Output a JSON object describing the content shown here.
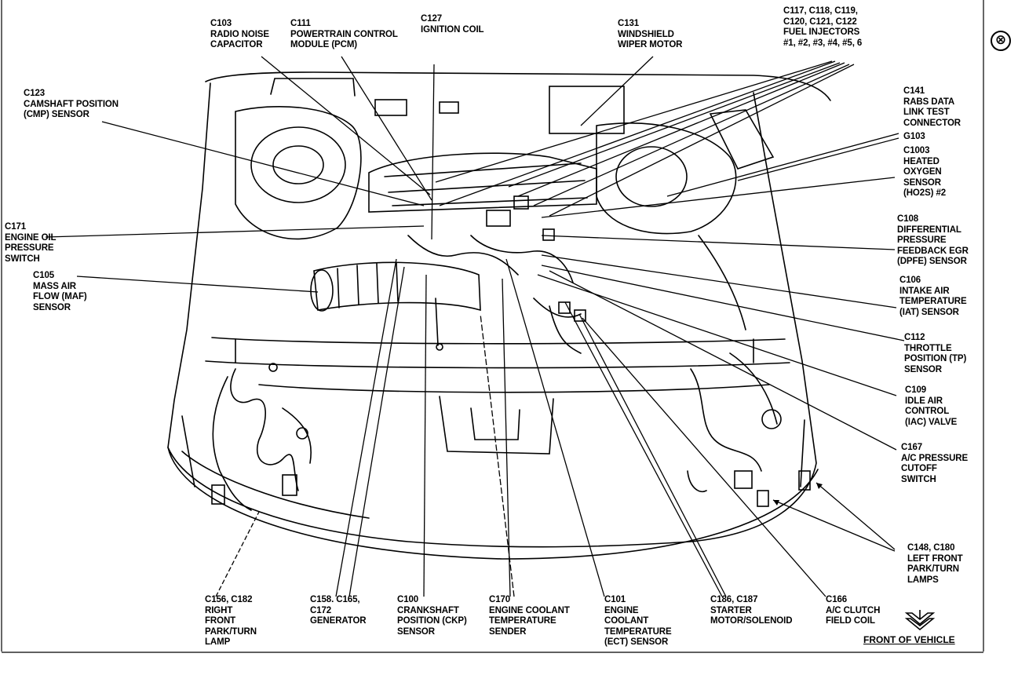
{
  "labels": {
    "c103": "C103\nRADIO NOISE\nCAPACITOR",
    "c111": "C111\nPOWERTRAIN CONTROL\nMODULE (PCM)",
    "c127": "C127\nIGNITION COIL",
    "c131": "C131\nWINDSHIELD\nWIPER MOTOR",
    "c117": "C117, C118, C119,\nC120, C121, C122\nFUEL INJECTORS\n#1, #2, #3, #4, #5, 6",
    "c123": "C123\nCAMSHAFT POSITION\n(CMP) SENSOR",
    "c141": "C141\nRABS DATA\nLINK TEST\nCONNECTOR",
    "g103": "G103",
    "c1003": "C1003\nHEATED\nOXYGEN\nSENSOR\n(HO2S) #2",
    "c171": "C171\nENGINE OIL\nPRESSURE\nSWITCH",
    "c108": "C108\nDIFFERENTIAL\nPRESSURE\nFEEDBACK EGR\n(DPFE) SENSOR",
    "c105": "C105\nMASS AIR\nFLOW (MAF)\nSENSOR",
    "c106": "C106\nINTAKE AIR\nTEMPERATURE\n(IAT) SENSOR",
    "c112": "C112\nTHROTTLE\nPOSITION (TP)\nSENSOR",
    "c109": "C109\nIDLE AIR\nCONTROL\n(IAC) VALVE",
    "c167": "C167\nA/C PRESSURE\nCUTOFF\nSWITCH",
    "c148": "C148, C180\nLEFT FRONT\nPARK/TURN\nLAMPS",
    "c156": "C156, C182\nRIGHT\nFRONT\nPARK/TURN\nLAMP",
    "c158": "C158. C165,\nC172\nGENERATOR",
    "c100": "C100\nCRANKSHAFT\nPOSITION (CKP)\nSENSOR",
    "c170": "C170\nENGINE COOLANT\nTEMPERATURE\nSENDER",
    "c101": "C101\nENGINE\nCOOLANT\nTEMPERATURE\n(ECT) SENSOR",
    "c186": "C186, C187\nSTARTER\nMOTOR/SOLENOID",
    "c166": "C166\nA/C CLUTCH\nFIELD COIL",
    "front": "FRONT OF VEHICLE"
  },
  "close_icon": "⊗"
}
